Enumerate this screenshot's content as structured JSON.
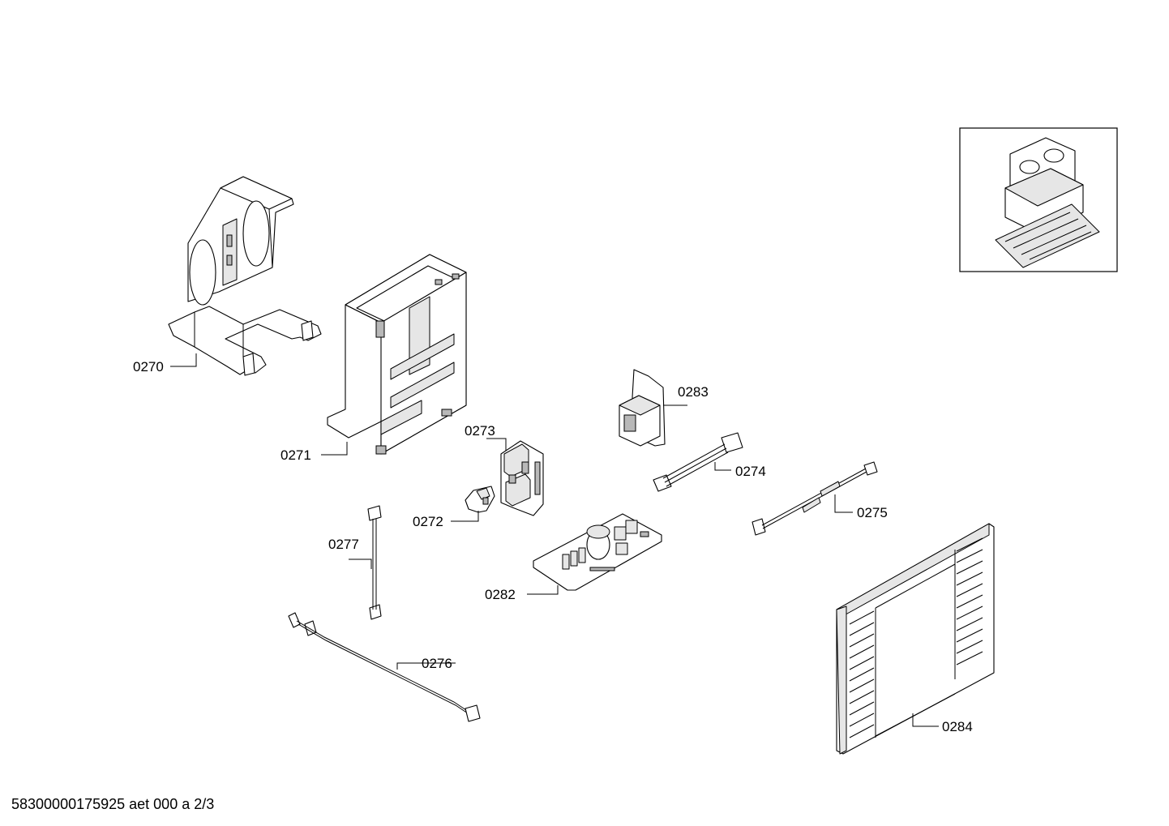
{
  "diagram": {
    "parts": [
      {
        "id": "p0270",
        "label": "0270"
      },
      {
        "id": "p0271",
        "label": "0271"
      },
      {
        "id": "p0272",
        "label": "0272"
      },
      {
        "id": "p0273",
        "label": "0273"
      },
      {
        "id": "p0274",
        "label": "0274"
      },
      {
        "id": "p0275",
        "label": "0275"
      },
      {
        "id": "p0276",
        "label": "0276"
      },
      {
        "id": "p0277",
        "label": "0277"
      },
      {
        "id": "p0282",
        "label": "0282"
      },
      {
        "id": "p0283",
        "label": "0283"
      },
      {
        "id": "p0284",
        "label": "0284"
      }
    ]
  },
  "footer": {
    "text": "58300000175925 aet 000 a 2/3"
  }
}
